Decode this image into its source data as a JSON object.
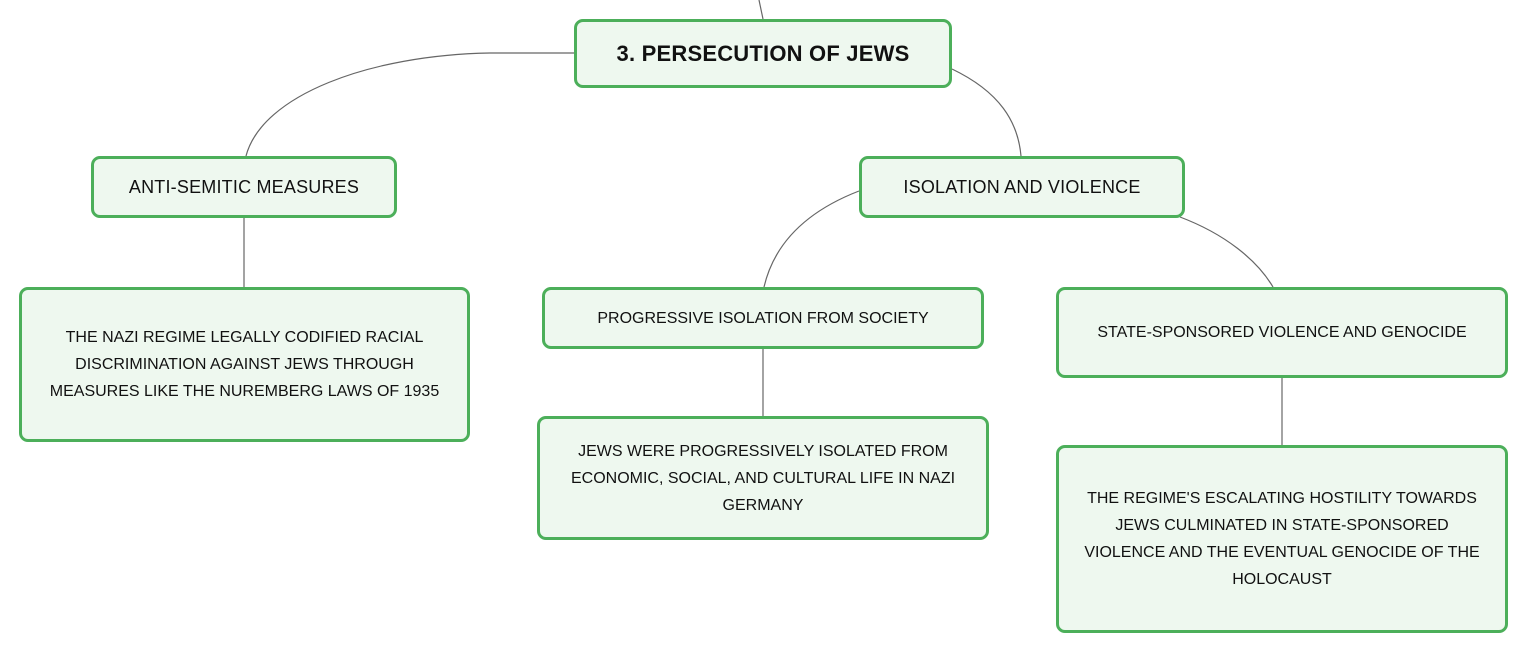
{
  "diagram": {
    "root": {
      "label": "3. PERSECUTION OF JEWS"
    },
    "branches": {
      "anti_semitic": {
        "label": "ANTI-SEMITIC MEASURES",
        "detail": "THE NAZI REGIME LEGALLY CODIFIED RACIAL DISCRIMINATION AGAINST JEWS THROUGH MEASURES LIKE THE NUREMBERG LAWS OF 1935"
      },
      "isolation": {
        "label": "ISOLATION AND VIOLENCE",
        "children": {
          "progressive": {
            "label": "PROGRESSIVE ISOLATION FROM SOCIETY",
            "detail": "JEWS WERE PROGRESSIVELY ISOLATED FROM ECONOMIC, SOCIAL, AND CULTURAL LIFE IN NAZI GERMANY"
          },
          "state": {
            "label": "STATE-SPONSORED VIOLENCE AND GENOCIDE",
            "detail": "THE REGIME'S ESCALATING HOSTILITY TOWARDS JEWS CULMINATED IN STATE-SPONSORED VIOLENCE AND THE EVENTUAL GENOCIDE OF THE HOLOCAUST"
          }
        }
      }
    }
  },
  "colors": {
    "node_border": "#4caf5a",
    "node_fill": "#eef8ef",
    "connector": "#666666",
    "text": "#111111"
  }
}
